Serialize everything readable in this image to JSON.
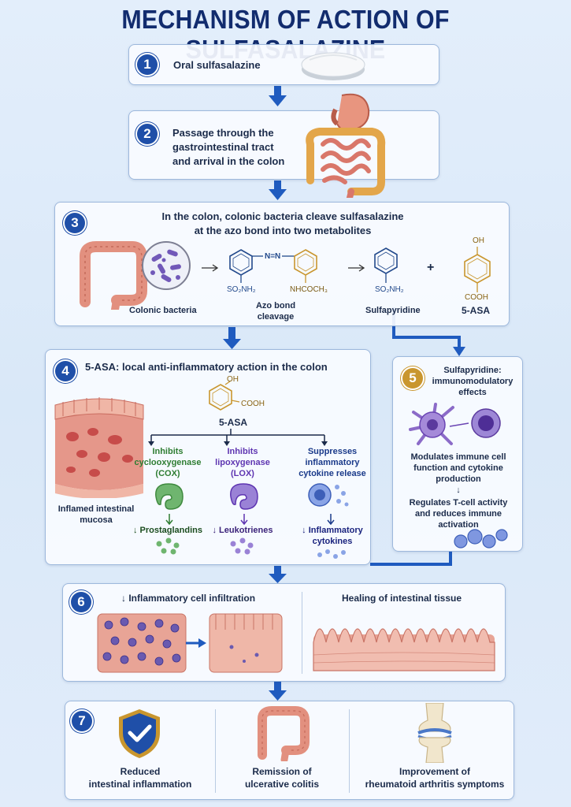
{
  "title": "MECHANISM OF ACTION OF SULFASALAZINE",
  "colors": {
    "navy": "#122c6e",
    "blue": "#1f4fa8",
    "gold": "#c9962e",
    "green": "#2e7d32",
    "purple": "#5e35b1",
    "cyto": "#1a237e"
  },
  "step1": {
    "num": "1",
    "text": "Oral sulfasalazine"
  },
  "step2": {
    "num": "2",
    "line1": "Passage through the",
    "line2": "gastrointestinal tract",
    "line3": "and arrival in the colon"
  },
  "step3": {
    "num": "3",
    "line1": "In the colon, colonic bacteria cleave sulfasalazine",
    "line2": "at the azo bond into two metabolites",
    "bacteria_label": "Colonic bacteria",
    "azo_line1": "Azo bond",
    "azo_line2": "cleavage",
    "azo_bond": "N=N",
    "so2nh2": "SO₂NH₂",
    "nhcoch3": "NHCOCH₃",
    "sulfapyridine_label": "Sulfapyridine",
    "plus": "+",
    "oh": "OH",
    "cooh": "COOH",
    "asa_label": "5-ASA"
  },
  "step4": {
    "num": "4",
    "title": "5-ASA: local anti-inflammatory action in the colon",
    "mucosa_line1": "Inflamed intestinal",
    "mucosa_line2": "mucosa",
    "oh": "OH",
    "cooh": "COOH",
    "asa_label": "5-ASA",
    "cox": {
      "l1": "Inhibits",
      "l2": "cyclooxygenase",
      "l3": "(COX)",
      "result": "↓ Prostaglandins"
    },
    "lox": {
      "l1": "Inhibits",
      "l2": "lipoxygenase",
      "l3": "(LOX)",
      "result": "↓ Leukotrienes"
    },
    "cyt": {
      "l1": "Suppresses",
      "l2": "inflammatory",
      "l3": "cytokine release",
      "result1": "↓ Inflammatory",
      "result2": "cytokines"
    }
  },
  "step5": {
    "num": "5",
    "title_line1": "Sulfapyridine:",
    "title_line2": "immunomodulatory",
    "title_line3": "effects",
    "text1_line1": "Modulates immune cell",
    "text1_line2": "function and cytokine",
    "text1_line3": "production",
    "arrow": "↓",
    "text2_line1": "Regulates T-cell activity",
    "text2_line2": "and reduces immune",
    "text2_line3": "activation"
  },
  "step6": {
    "num": "6",
    "left_title": "↓ Inflammatory cell infiltration",
    "right_title": "Healing of intestinal tissue"
  },
  "step7": {
    "num": "7",
    "out1_line1": "Reduced",
    "out1_line2": "intestinal inflammation",
    "out2_line1": "Remission of",
    "out2_line2": "ulcerative colitis",
    "out3_line1": "Improvement of",
    "out3_line2": "rheumatoid arthritis symptoms"
  }
}
